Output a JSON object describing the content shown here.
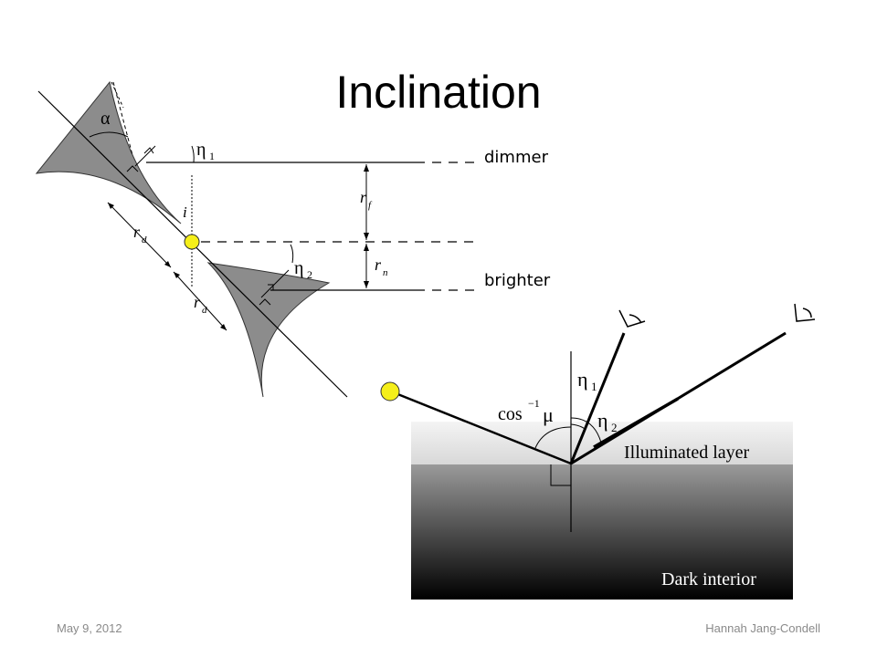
{
  "slide": {
    "title": "Inclination",
    "dimmer_label": "dimmer",
    "brighter_label": "brighter"
  },
  "left_diagram": {
    "labels": {
      "alpha": "α",
      "eta1": "η",
      "eta1_sub": "1",
      "eta2": "η",
      "eta2_sub": "2",
      "i": "i",
      "rf": "r",
      "rf_sub": "f",
      "rn": "r",
      "rn_sub": "n",
      "rd_upper": "r",
      "rd_upper_sub": "d",
      "rd_lower": "r",
      "rd_lower_sub": "d"
    },
    "colors": {
      "disk": "#8c8c8c",
      "star": "#f5ef1a"
    }
  },
  "right_diagram": {
    "labels": {
      "cos": "cos",
      "cos_exp": "−1",
      "mu": "μ",
      "eta1": "η",
      "eta1_sub": "1",
      "eta2": "η",
      "eta2_sub": "2",
      "illuminated_layer": "Illuminated layer",
      "dark_interior": "Dark interior"
    },
    "colors": {
      "star": "#f5ef1a"
    }
  },
  "footer": {
    "date": "May 9, 2012",
    "author": "Hannah Jang-Condell"
  }
}
